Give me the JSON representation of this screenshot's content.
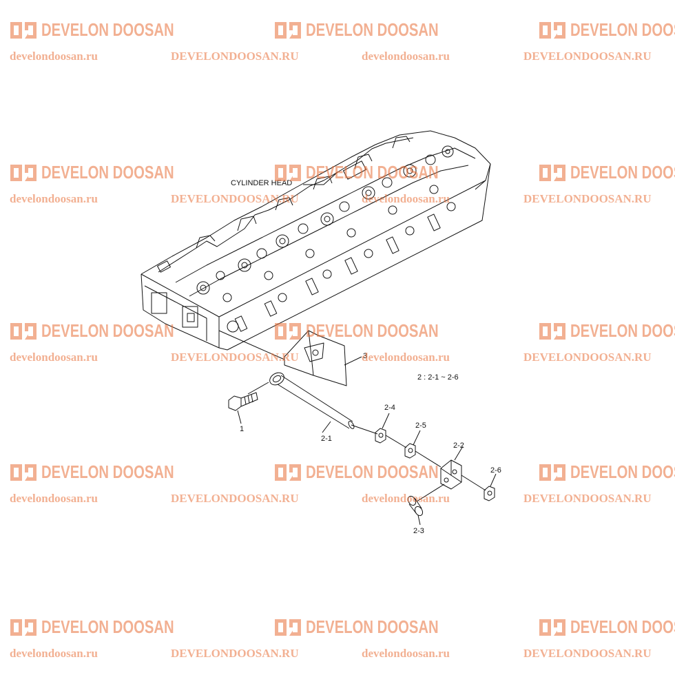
{
  "diagram": {
    "cylinder_head_label": "CYLINDER HEAD",
    "group_note": "2 : 2-1 ~ 2-6",
    "callouts": [
      "1",
      "2-1",
      "2-2",
      "2-3",
      "2-4",
      "2-5",
      "2-6",
      "3"
    ]
  },
  "watermark": {
    "brand": "DEVELON DOOSAN",
    "url_lower": "develondoosan.ru",
    "url_upper": "DEVELONDOOSAN.RU",
    "color": "#e8703a"
  },
  "colors": {
    "line": "#111111",
    "background": "#ffffff"
  }
}
